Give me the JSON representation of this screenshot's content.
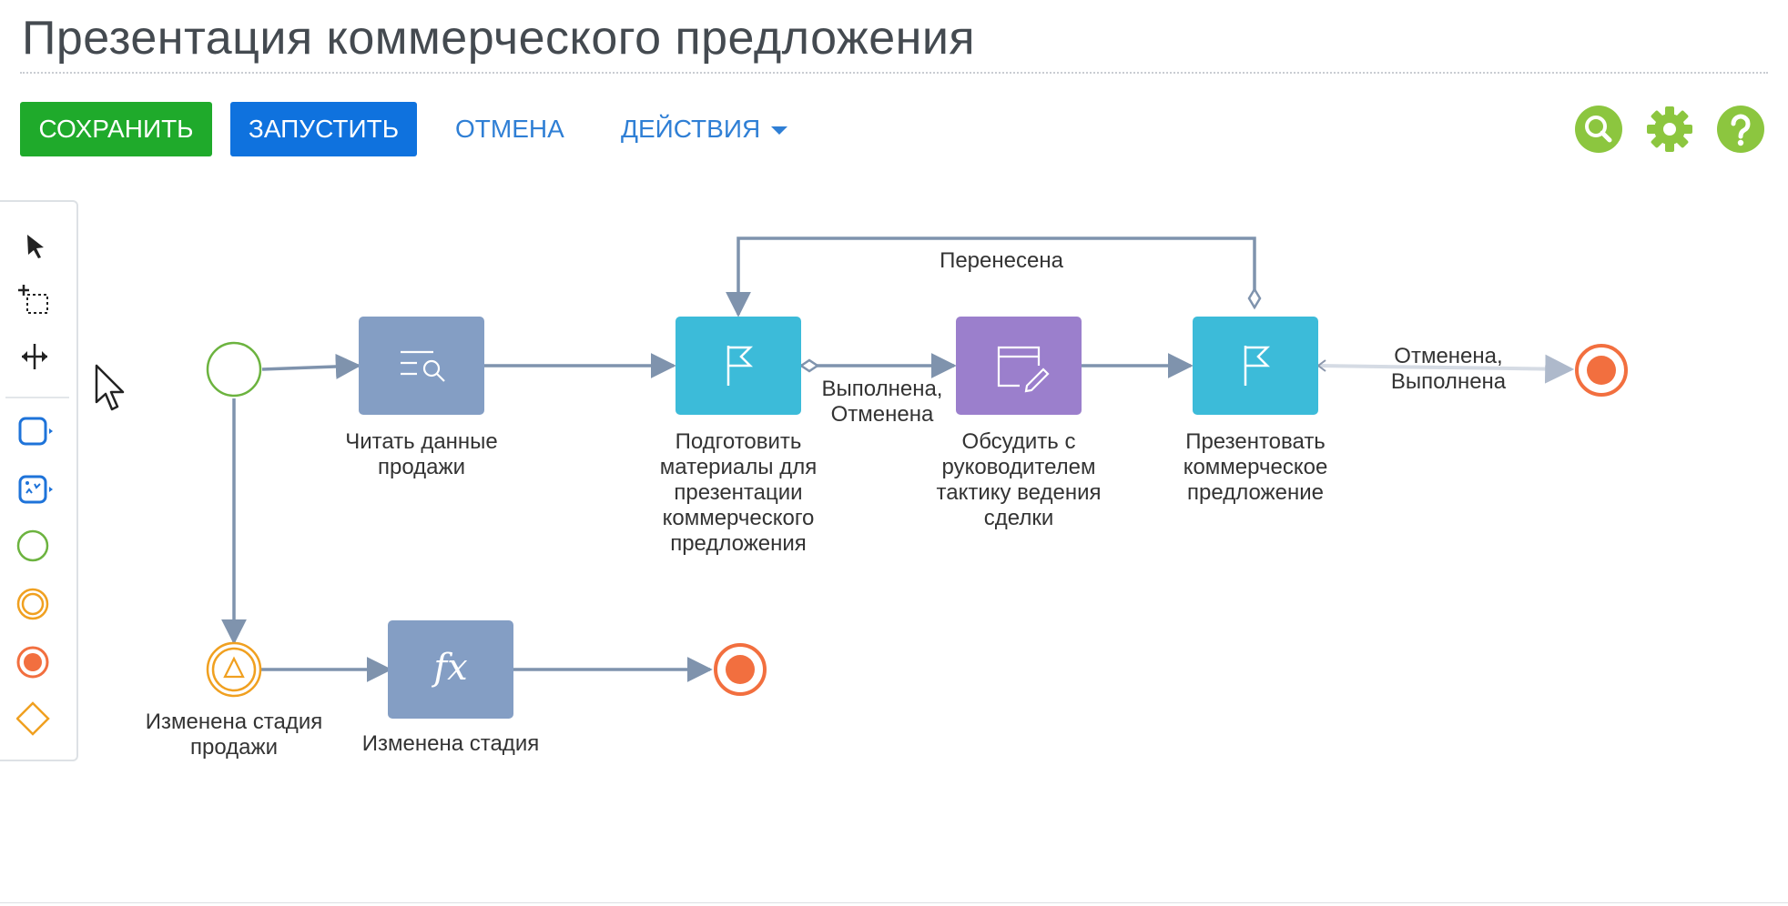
{
  "page": {
    "title": "Презентация коммерческого предложения"
  },
  "toolbar": {
    "save_label": "СОХРАНИТЬ",
    "run_label": "ЗАПУСТИТЬ",
    "cancel_label": "ОТМЕНА",
    "actions_label": "ДЕЙСТВИЯ",
    "right_icons": [
      "search-icon",
      "gear-icon",
      "help-icon"
    ]
  },
  "palette": {
    "tools": [
      "pointer-icon",
      "lasso-select-icon",
      "move-canvas-icon",
      "task-icon",
      "user-task-icon",
      "start-event-icon",
      "intermediate-event-icon",
      "end-event-icon",
      "gateway-icon"
    ]
  },
  "diagram": {
    "nodes": {
      "read_data": "Читать данные\nпродажи",
      "prepare": "Подготовить\nматериалы для\nпрезентации\nкоммерческого\nпредложения",
      "discuss": "Обсудить с\nруководителем\nтактику ведения\nсделки",
      "present": "Презентовать\nкоммерческое\nпредложение",
      "stage_changed_event": "Изменена стадия\nпродажи",
      "stage_changed_formula": "Изменена стадия",
      "formula_icon_text": "fx"
    },
    "flows": {
      "rescheduled": "Перенесена",
      "done_cancelled": "Выполнена,\nОтменена",
      "cancelled_done": "Отменена,\nВыполнена"
    }
  },
  "colors": {
    "save": "#1faa2b",
    "run": "#0f72de",
    "link": "#2f7fd5",
    "icon_green": "#8cc63f",
    "task_gray": "#849ec4",
    "task_cyan": "#3cbbd9",
    "task_purple": "#9b7fcc",
    "end_event": "#f26f3f",
    "start_event": "#6cb33f",
    "intermediate": "#f0a020",
    "flow": "#7f93ad"
  }
}
